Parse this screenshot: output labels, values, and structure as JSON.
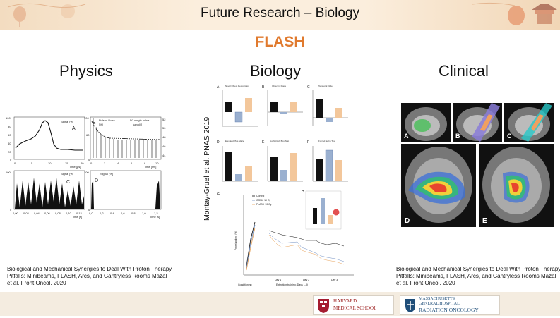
{
  "header": {
    "title": "Future Research – Biology"
  },
  "main": {
    "subtitle": "FLASH",
    "columns": [
      {
        "title": "Physics"
      },
      {
        "title": "Biology"
      },
      {
        "title": "Clinical"
      }
    ]
  },
  "physics_panel": {
    "label_a": "Signal [%]",
    "label_a_letter": "A",
    "label_b_pulsed": "Pulsed Dose",
    "label_b_unit": "[%]",
    "label_b_letter": "B",
    "label_b_single": "D2 single pulse",
    "label_b_single_unit": "[μmol/l]",
    "label_c": "Signal [%]",
    "label_c_letter": "C",
    "label_d": "Signal [%]",
    "label_d_letter": "D",
    "axis_time_us": "Time [μs]",
    "axis_time_ms": "Time [ms]",
    "axis_time_s": "Time [s]",
    "ticks_a_x": [
      "0",
      "5",
      "10",
      "15",
      "20"
    ],
    "ticks_b_x": [
      "0",
      "2",
      "4",
      "6",
      "8",
      "10"
    ],
    "ticks_c_x": [
      "0,00",
      "0,02",
      "0,04",
      "0,06",
      "0,08",
      "0,10",
      "0,12"
    ],
    "ticks_d_x": [
      "0,0",
      "0,2",
      "0,4",
      "0,6",
      "0,8",
      "1,0",
      "1,2"
    ],
    "ticks_y": [
      "100",
      "80",
      "60",
      "40",
      "20",
      "0"
    ],
    "ticks_b_y2": [
      "52",
      "50",
      "48",
      "46",
      "44"
    ]
  },
  "biology_panel": {
    "vertical_caption": "Montay-Gruel et al. PNAS 2019",
    "subplot_letters": [
      "A",
      "B",
      "C",
      "D",
      "E",
      "F"
    ],
    "subplot_titles": [
      "Novel Object Recognition",
      "Object in Place",
      "Temporal Order",
      "Elevated Plus Maze",
      "Light-Dark Box Test",
      "Forced Swim Test"
    ],
    "legend": [
      "Control",
      "CONV 10 Gy",
      "FLASH 10 Gy"
    ],
    "g_letter": "G",
    "h_letter": "H",
    "x_labels": [
      "Conditioning",
      "Extinction training (Days 1-3)"
    ],
    "day_labels": [
      "Day 1",
      "Day 2",
      "Day 3"
    ],
    "y_label": "Freezing time (%)"
  },
  "clinical_panel": {
    "letters": [
      "A",
      "B",
      "C",
      "D",
      "E"
    ]
  },
  "references": {
    "left": "Biological and Mechanical Synergies to Deal With Proton Therapy Pitfalls: Minibeams, FLASH, Arcs, and Gantryless Rooms Mazal et al. Front Oncol. 2020",
    "right": "Biological and Mechanical Synergies to Deal With Proton Therapy Pitfalls: Minibeams, FLASH, Arcs, and Gantryless Rooms Mazal et al. Front Oncol. 2020"
  },
  "footer": {
    "harvard_line1": "HARVARD",
    "harvard_line2": "MEDICAL SCHOOL",
    "mgh_line1": "MASSACHUSETTS",
    "mgh_line2": "GENERAL HOSPITAL",
    "mgh_line3": "RADIATION ONCOLOGY"
  },
  "colors": {
    "accent": "#e07a2e",
    "header_bg": "#fbeedd",
    "footer_bg": "#f4ece0",
    "harvard_red": "#9b1c1c",
    "mgh_blue": "#1f4e79"
  }
}
